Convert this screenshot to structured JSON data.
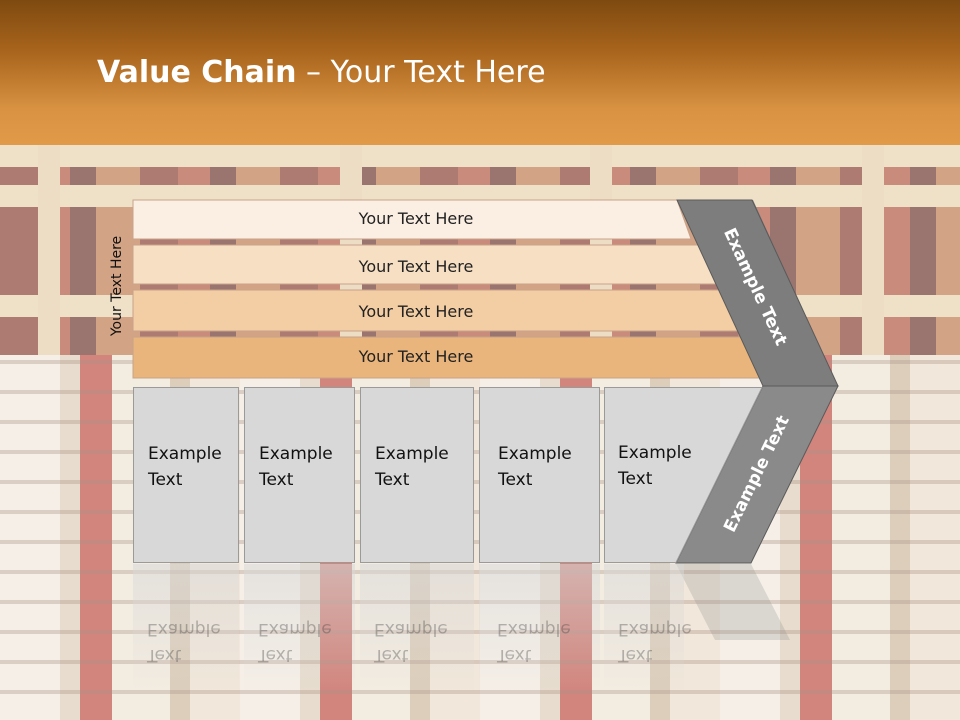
{
  "slide": {
    "title_bold": "Value Chain",
    "title_rest": " – Your Text Here"
  },
  "diagram": {
    "side_label": "Your Text Here",
    "bands": [
      {
        "label": "Your Text Here",
        "color": "#fbeee3"
      },
      {
        "label": "Your Text Here",
        "color": "#f7dfc4"
      },
      {
        "label": "Your Text Here",
        "color": "#f3cda3"
      },
      {
        "label": "Your Text Here",
        "color": "#e9b57c"
      }
    ],
    "boxes": [
      {
        "line1": "Example",
        "line2": "Text"
      },
      {
        "line1": "Example",
        "line2": "Text"
      },
      {
        "line1": "Example",
        "line2": "Text"
      },
      {
        "line1": "Example",
        "line2": "Text"
      },
      {
        "line1": "Example",
        "line2": "Text"
      }
    ],
    "arrow_top_label": "Example Text",
    "arrow_bottom_label": "Example Text",
    "arrow_top_color": "#7d7d7d",
    "arrow_bottom_color": "#8a8a8a"
  }
}
